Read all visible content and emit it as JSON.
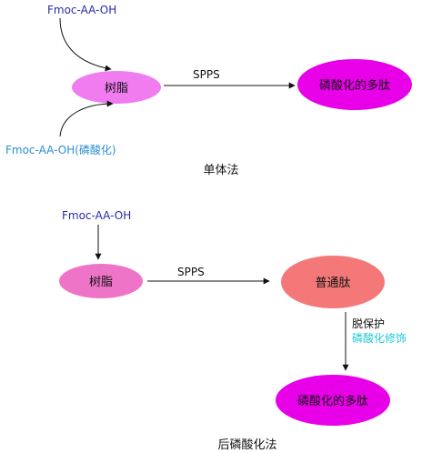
{
  "top_scheme": {
    "reagent_top": "Fmoc-AA-OH",
    "reagent_bottom": "Fmoc-AA-OH(磷酸化)",
    "resin": "树脂",
    "arrow_label": "SPPS",
    "product": "磷酸化的多肽",
    "caption": "单体法"
  },
  "bottom_scheme": {
    "reagent": "Fmoc-AA-OH",
    "resin": "树脂",
    "arrow_label": "SPPS",
    "intermediate": "普通肽",
    "step_label_1": "脱保护",
    "step_label_2": "磷酸化修饰",
    "product": "磷酸化的多肽",
    "caption": "后磷酸化法"
  },
  "colors": {
    "resin_top": "#f07cf0",
    "resin_bottom": "#ee74c8",
    "product": "#e800e8",
    "intermediate": "#f47878",
    "reagent_text": "#2a2aa8",
    "reagent_text_light": "#2a8fd0",
    "modification_text": "#22c8d8"
  }
}
